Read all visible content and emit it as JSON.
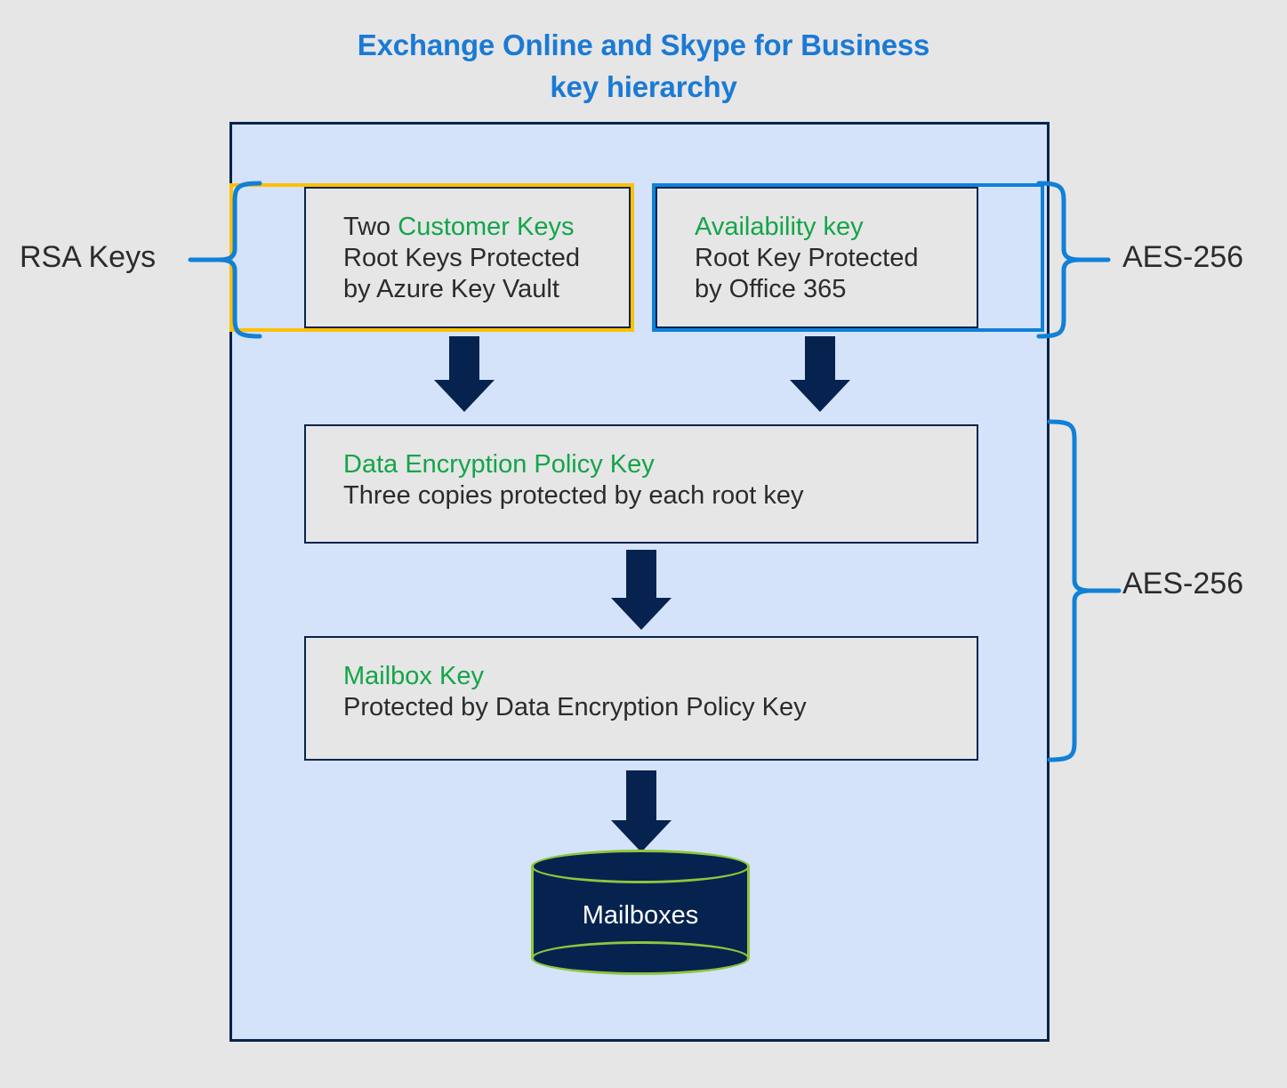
{
  "title": {
    "line1": "Exchange Online and Skype for Business",
    "line2": "key hierarchy",
    "color": "#1b7ad4"
  },
  "colors": {
    "page_background": "#e6e6e6",
    "container_fill": "#d4e3fa",
    "container_border": "#06234f",
    "box_fill": "#e6e6e6",
    "box_border": "#06234f",
    "accent_green": "#13a549",
    "highlight_yellow": "#ffc000",
    "highlight_blue": "#1180d6",
    "brace_blue": "#1180d6",
    "arrow_navy": "#06234f",
    "cylinder_fill": "#06234f",
    "cylinder_outline": "#8cc63e",
    "cylinder_text": "#ffffff",
    "body_text": "#2b2b2b"
  },
  "boxes": {
    "customer_keys": {
      "accent_line": "Customer Keys",
      "lead_word": "Two ",
      "line2": "Root Keys Protected",
      "line3": "by Azure Key Vault"
    },
    "availability_key": {
      "accent_line": "Availability key",
      "line2": "Root Key Protected",
      "line3": "by Office 365"
    },
    "data_encryption_policy_key": {
      "accent_line": "Data Encryption Policy Key",
      "line2": "Three copies protected by each root key"
    },
    "mailbox_key": {
      "accent_line": "Mailbox Key",
      "line2": "Protected by Data Encryption Policy Key"
    },
    "mailboxes_store": {
      "label": "Mailboxes"
    }
  },
  "braces": {
    "rsa_keys": "RSA Keys",
    "aes_top": "AES-256",
    "aes_bottom": "AES-256"
  },
  "icons": {
    "arrow_down": "down-arrow-icon",
    "database": "database-cylinder-icon",
    "brace_left": "curly-brace-left-icon",
    "brace_right": "curly-brace-right-icon"
  }
}
